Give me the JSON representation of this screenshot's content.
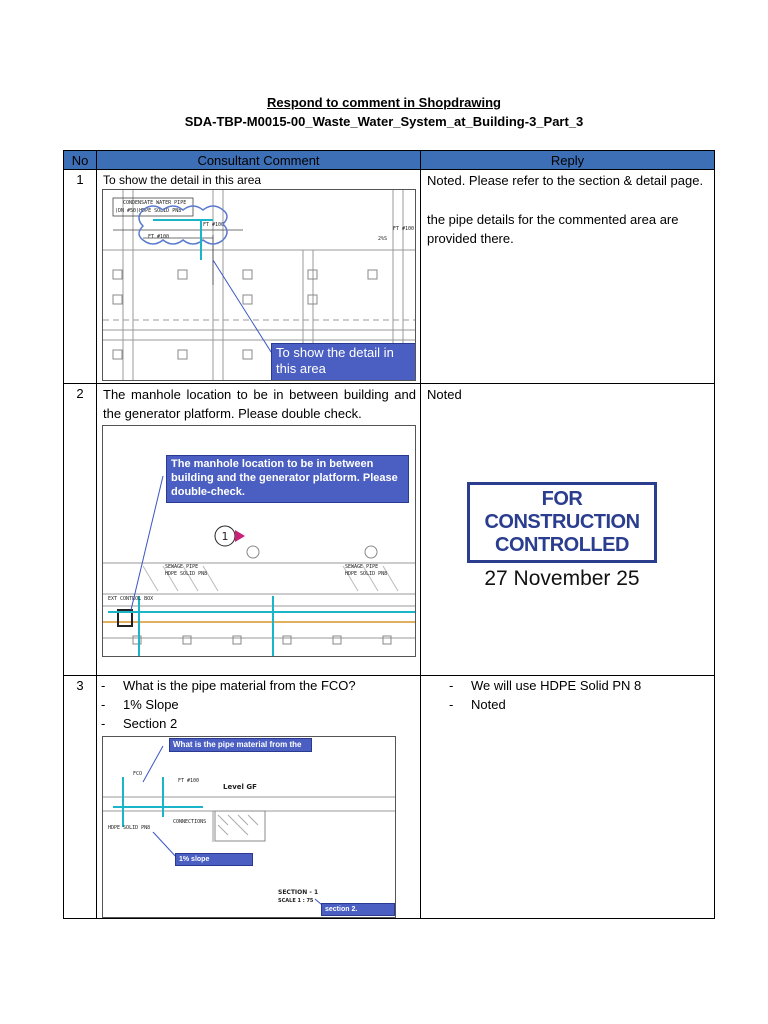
{
  "document": {
    "title": "Respond to comment in Shopdrawing",
    "subtitle": "SDA-TBP-M0015-00_Waste_Water_System_at_Building-3_Part_3"
  },
  "table": {
    "headers": {
      "no": "No",
      "comment": "Consultant Comment",
      "reply": "Reply"
    },
    "rows": [
      {
        "no": "1",
        "comment": "To show the detail in this area",
        "callout": "To show the detail in this area",
        "reply_line1": "Noted. Please refer to the section & detail page.",
        "reply_line2": "the pipe details for the commented area are provided there."
      },
      {
        "no": "2",
        "comment": "The manhole location to be in between building and the generator platform. Please double check.",
        "callout": "The manhole location to be in between building and the generator platform. Please double-check.",
        "marker": "1",
        "reply": "Noted",
        "stamp_line1": "FOR CONSTRUCTION",
        "stamp_line2": "CONTROLLED",
        "stamp_date": "27 November 25"
      },
      {
        "no": "3",
        "comment_items": [
          "What is the pipe material from the FCO?",
          "1% Slope",
          "Section 2"
        ],
        "callout_top": "What is the pipe material from the FCO?",
        "callout_slope": "1% slope",
        "callout_section": "section 2.",
        "level_label": "Level GF",
        "section_label": "SECTION - 1",
        "scale_label": "SCALE 1 : 75",
        "reply_items": [
          "We will use HDPE Solid PN 8",
          "Noted"
        ]
      }
    ]
  },
  "colors": {
    "header_bg": "#3d6fb6",
    "callout_bg": "#4a5fc1",
    "stamp": "#2a3d8f"
  }
}
